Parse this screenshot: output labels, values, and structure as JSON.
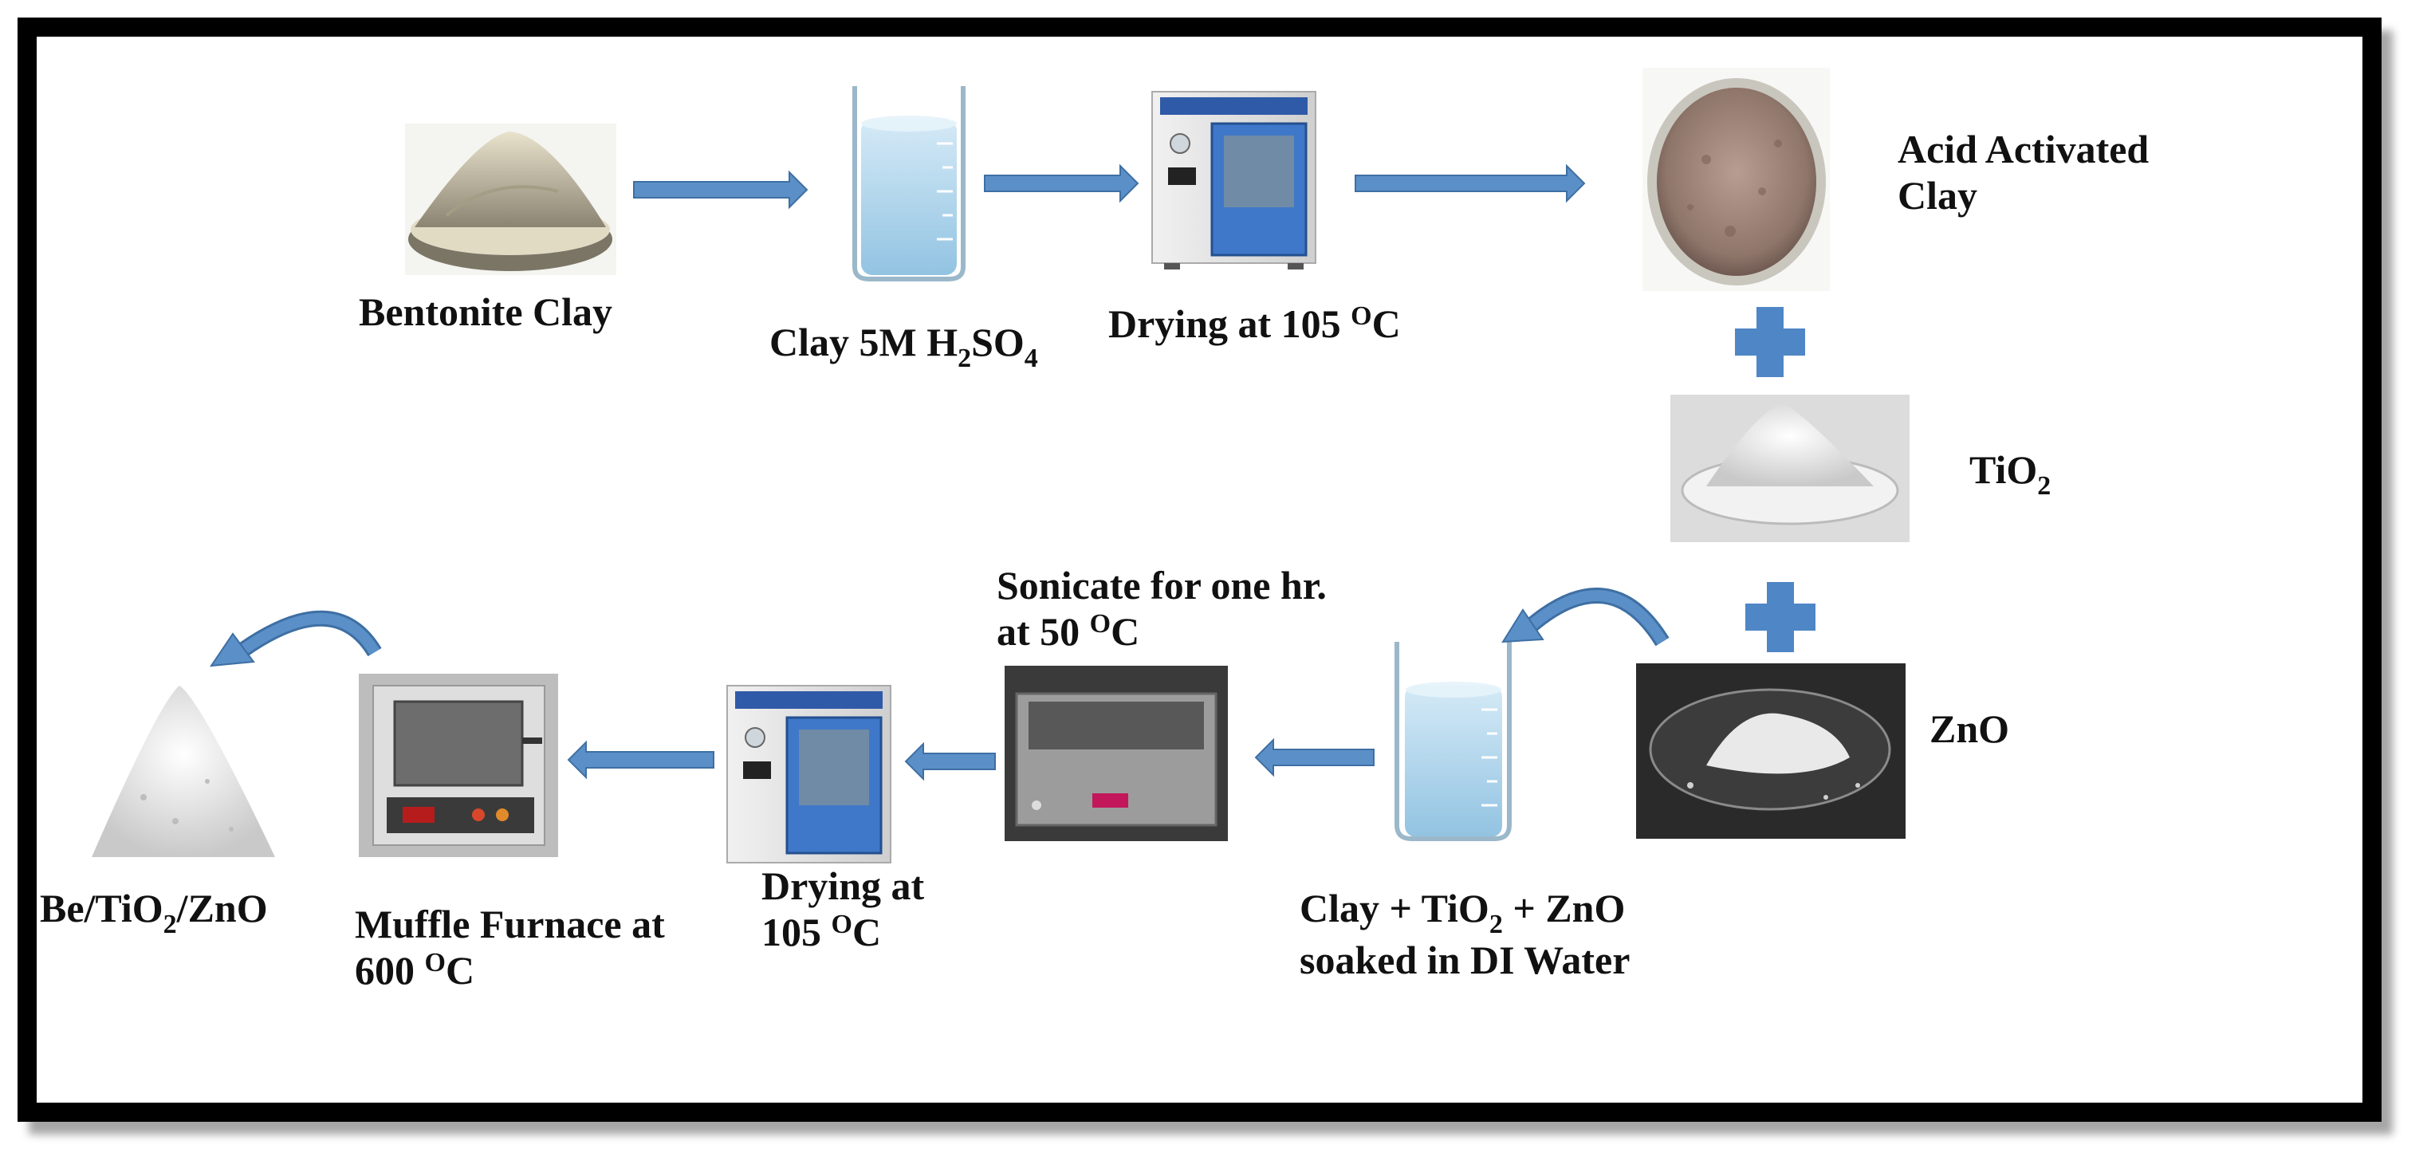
{
  "diagram": {
    "steps": {
      "bentonite_clay": "Bentonite Clay",
      "acid": {
        "prefix": "Clay 5M H",
        "s1": "2",
        "mid": "SO",
        "s2": "4"
      },
      "drying_top": {
        "text": "Drying at 105 ",
        "sup": "O",
        "unit": "C"
      },
      "acid_activated_clay": {
        "line1": "Acid  Activated",
        "line2": "Clay"
      },
      "tio2": {
        "prefix": "TiO",
        "sub": "2"
      },
      "zno": "ZnO",
      "soak": {
        "line1_a": "Clay + TiO",
        "line1_sub": "2",
        "line1_b": " + ZnO",
        "line2": "soaked in DI Water"
      },
      "sonicate": {
        "line1": "Sonicate for one hr.",
        "line2_a": "at 50 ",
        "sup": "O",
        "unit": "C"
      },
      "drying_bottom": {
        "line1": "Drying at",
        "line2_a": "105 ",
        "sup": "O",
        "unit": "C"
      },
      "muffle": {
        "line1": "Muffle Furnace at",
        "line2_a": "600 ",
        "sup": "O",
        "unit": "C"
      },
      "product": {
        "a": "Be/TiO",
        "sub": "2",
        "b": "/ZnO"
      }
    },
    "colors": {
      "arrow": "#5b8fc7",
      "arrow_stroke": "#3e6fa3",
      "plus": "#4f86c6",
      "frame": "#000000"
    },
    "icons": [
      "powder-bowl-icon",
      "beaker-icon",
      "oven-icon",
      "clay-bowl-icon",
      "petri-dish-icon",
      "ultrasonic-bath-icon",
      "muffle-furnace-icon",
      "powder-pile-icon",
      "curved-arrow-icon",
      "plus-icon"
    ]
  }
}
